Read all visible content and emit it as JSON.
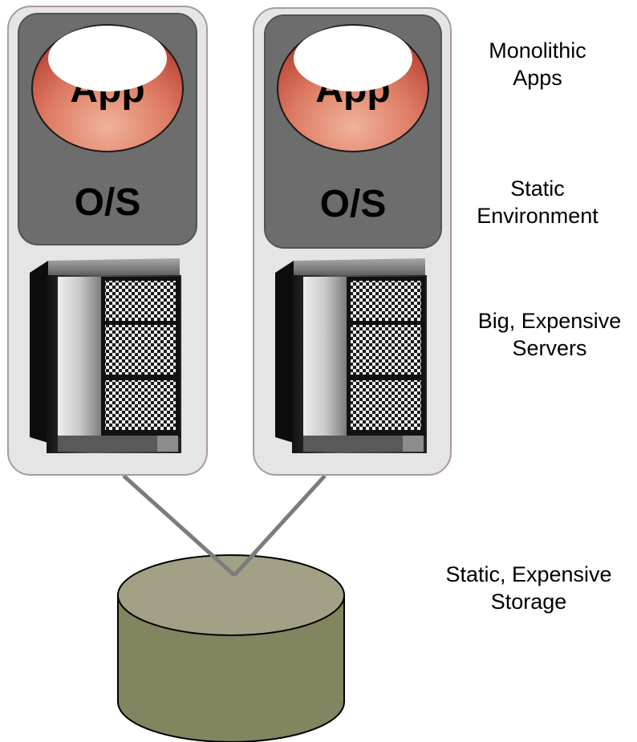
{
  "stacks": [
    {
      "app_label": "App",
      "os_label": "O/S"
    },
    {
      "app_label": "App",
      "os_label": "O/S"
    }
  ],
  "labels": {
    "apps": "Monolithic\nApps",
    "environment": "Static\nEnvironment",
    "servers": "Big, Expensive\nServers",
    "storage": "Static, Expensive\nStorage"
  },
  "colors": {
    "outer_panel_fill": "#e5e5e5",
    "outer_panel_stroke": "#a99c95",
    "os_box_fill": "#6d6d6d",
    "os_box_stroke": "#545454",
    "app_fill_top": "#c84c3e",
    "app_fill_bottom": "#eeae94",
    "connector": "#7c7c7c",
    "storage_top": "#a3a185",
    "storage_side": "#838460"
  }
}
